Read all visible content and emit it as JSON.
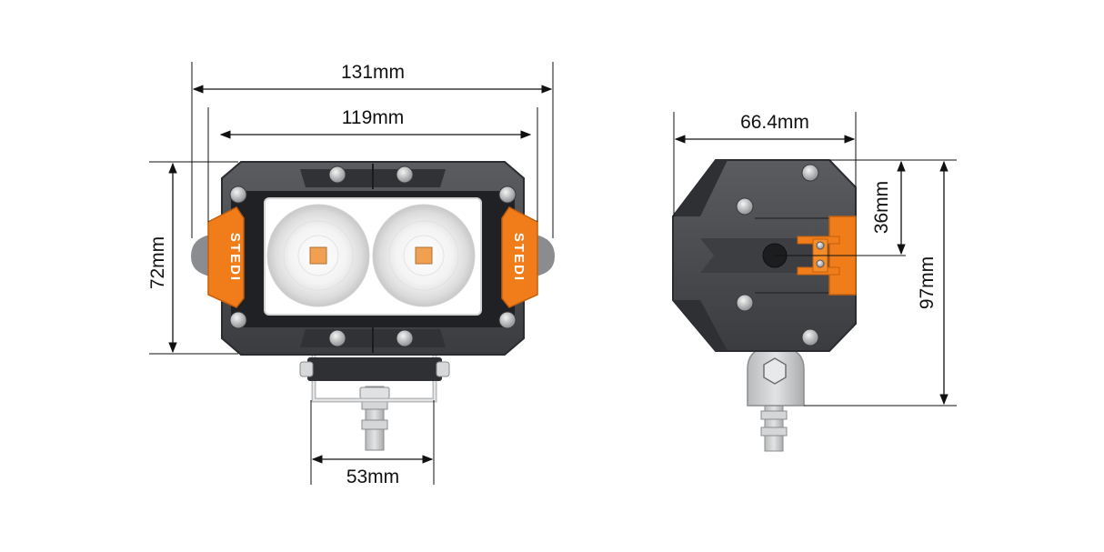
{
  "front_view": {
    "dimensions": {
      "overall_width": "131mm",
      "mount_width": "119mm",
      "height": "72mm",
      "bracket_width": "53mm"
    },
    "brand_left": "STEDI",
    "brand_right": "STEDI"
  },
  "side_view": {
    "dimensions": {
      "depth": "66.4mm",
      "overall_height": "97mm",
      "mount_offset": "36mm"
    }
  },
  "colors": {
    "housing": "#4a4c50",
    "housing_dark": "#2e3033",
    "accent": "#f07d1a",
    "lens": "#ffffff",
    "led_chip": "#f0a050",
    "bracket": "#c9cbcd"
  }
}
